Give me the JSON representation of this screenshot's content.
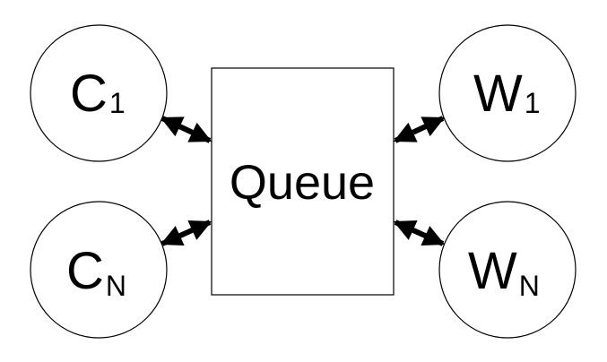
{
  "diagram": {
    "queue": {
      "label": "Queue"
    },
    "nodes": [
      {
        "id": "c1",
        "main": "C",
        "sub": "1"
      },
      {
        "id": "cn",
        "main": "C",
        "sub": "N"
      },
      {
        "id": "w1",
        "main": "W",
        "sub": "1"
      },
      {
        "id": "wn",
        "main": "W",
        "sub": "N"
      }
    ],
    "edges": [
      {
        "from": "c1",
        "to": "queue",
        "direction": "both"
      },
      {
        "from": "cn",
        "to": "queue",
        "direction": "both"
      },
      {
        "from": "w1",
        "to": "queue",
        "direction": "both"
      },
      {
        "from": "wn",
        "to": "queue",
        "direction": "both"
      }
    ]
  }
}
